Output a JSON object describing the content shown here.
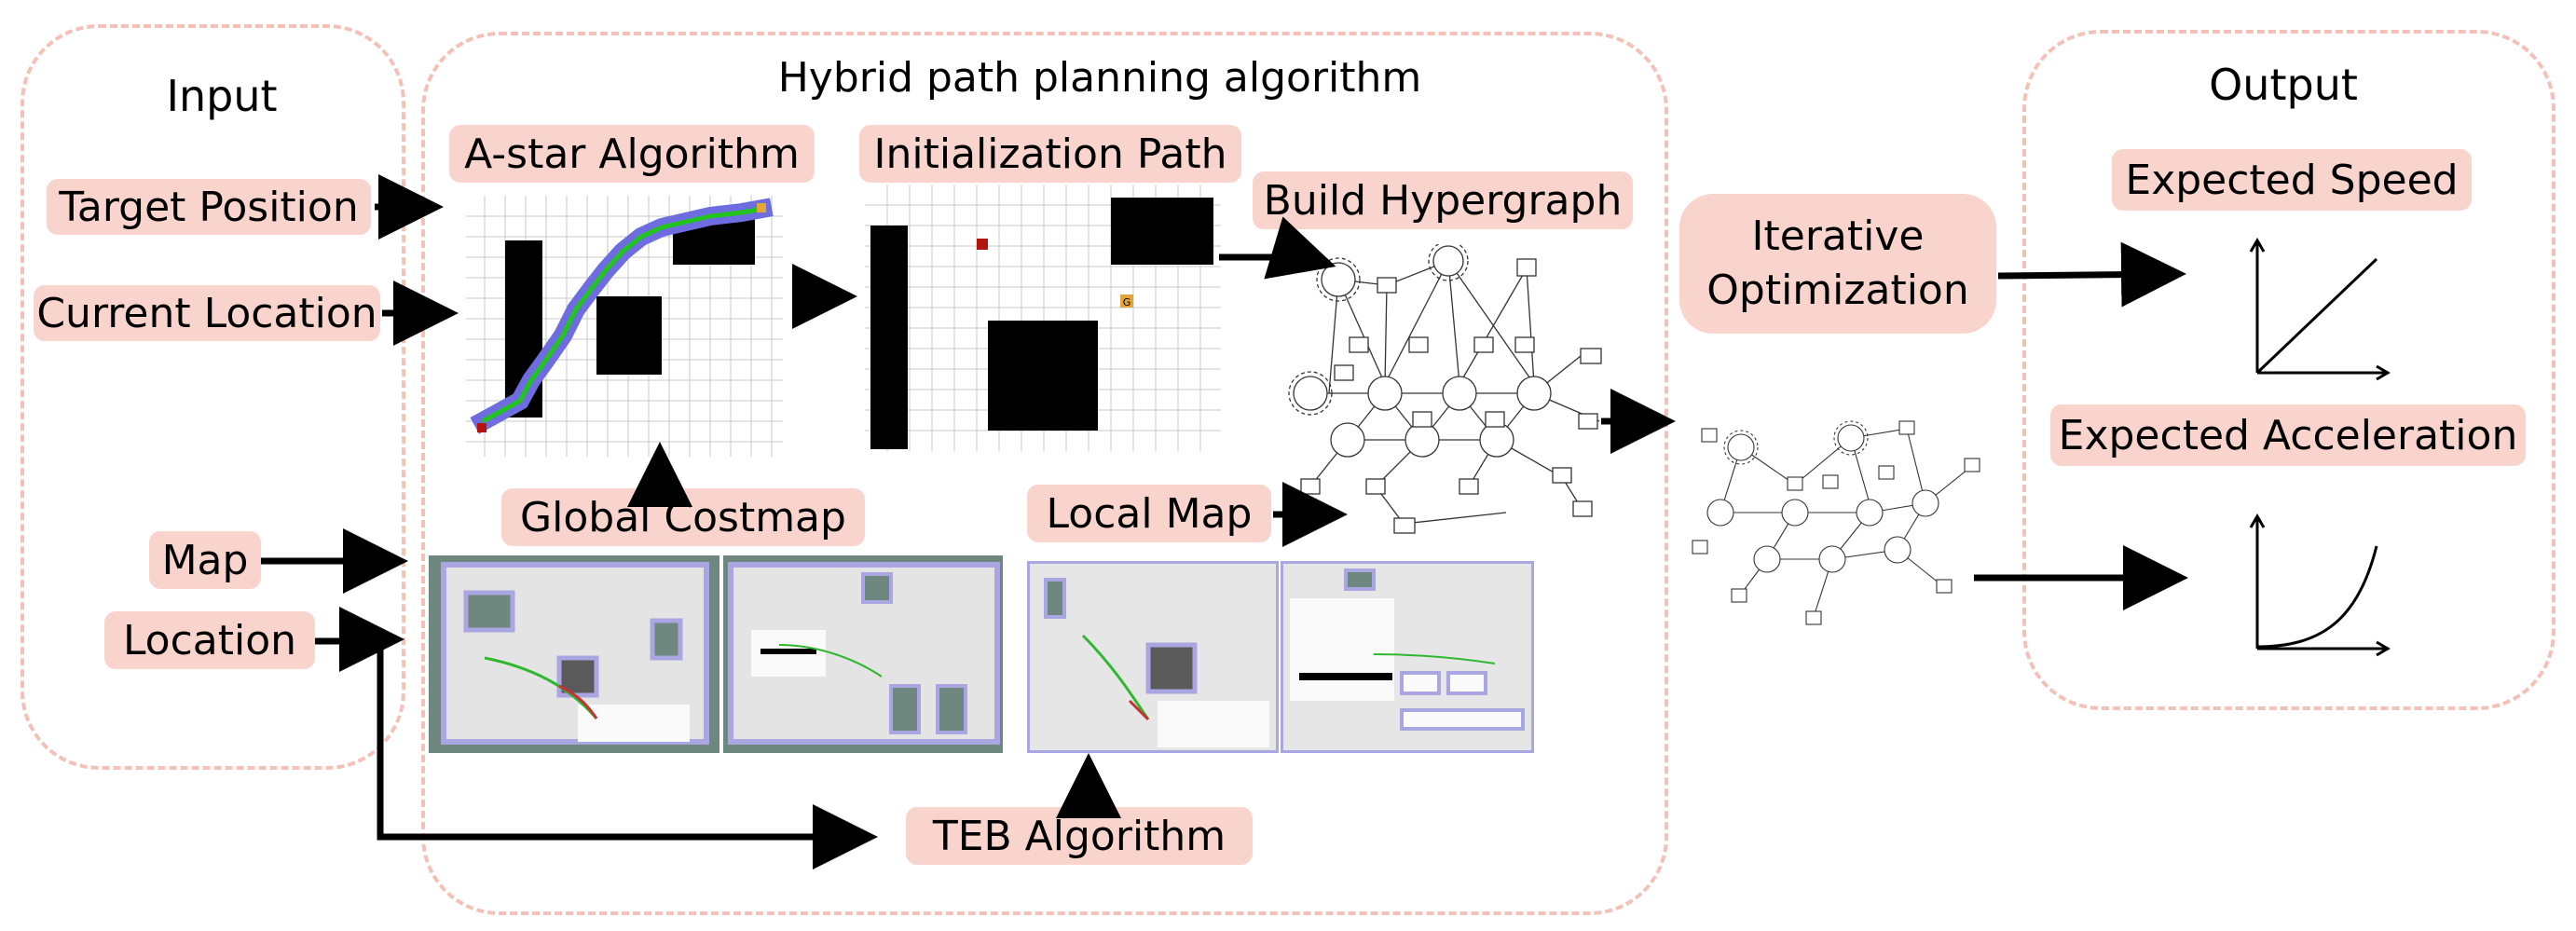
{
  "input_section": {
    "title": "Input",
    "items": [
      "Target Position",
      "Current Location",
      "Map",
      "Location"
    ]
  },
  "hybrid_section": {
    "title": "Hybrid path planning algorithm",
    "labels": {
      "astar": "A-star Algorithm",
      "init_path": "Initialization Path",
      "build_hypergraph": "Build Hypergraph",
      "global_costmap": "Global Costmap",
      "local_map": "Local Map",
      "teb": "TEB Algorithm"
    },
    "grid_markers": {
      "goal": "G"
    }
  },
  "iterative": {
    "line1": "Iterative",
    "line2": "Optimization"
  },
  "output_section": {
    "title": "Output",
    "items": [
      "Expected Speed",
      "Expected Acceleration"
    ]
  },
  "colors": {
    "pill_fill": "#f9d4cd",
    "dashed_border": "#f4c1b8",
    "astar_path": "#22c41e",
    "astar_explored": "#6d6de0",
    "start_cell": "#b3140f",
    "goal_cell": "#e3a53a"
  }
}
